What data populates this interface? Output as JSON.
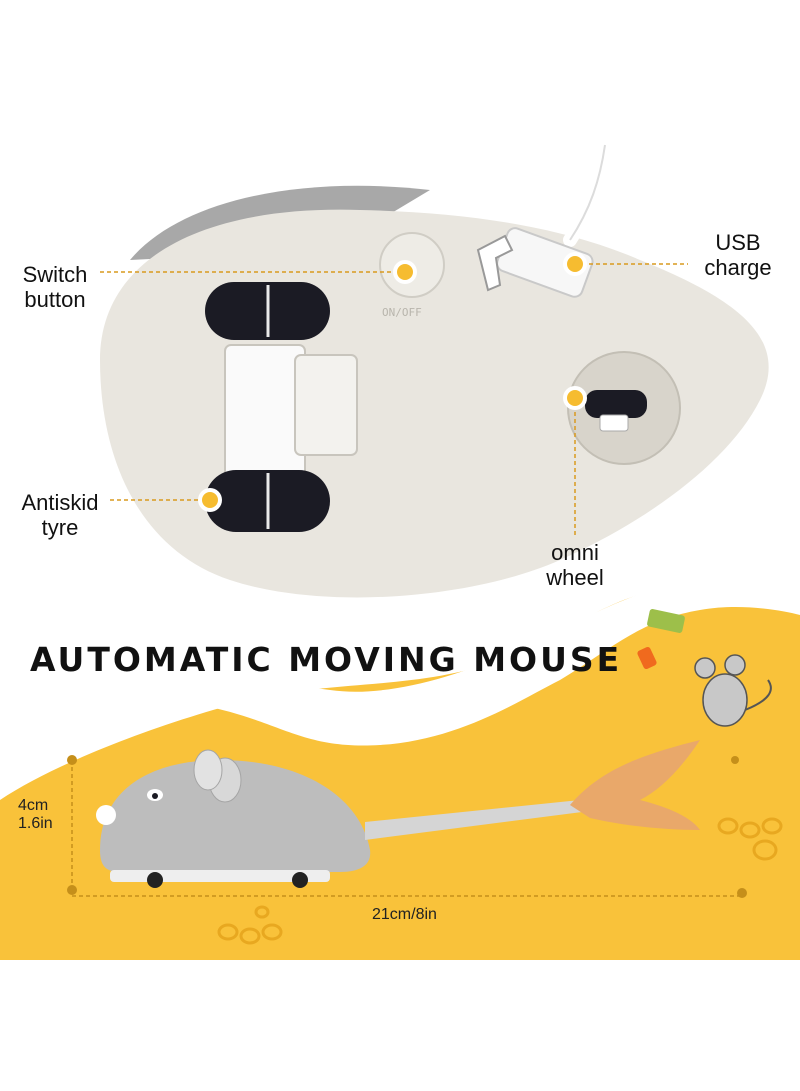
{
  "callouts": {
    "switch_button": [
      "Switch",
      "button"
    ],
    "usb_charge": [
      "USB",
      "charge"
    ],
    "antiskid_tyre": [
      "Antiskid",
      "tyre"
    ],
    "omni_wheel": [
      "omni",
      "wheel"
    ]
  },
  "switch_marking": "ON/OFF",
  "title": "AUTOMATIC MOVING MOUSE",
  "dimensions": {
    "height_cm": "4cm",
    "height_in": "1.6in",
    "length": "21cm/8in"
  },
  "colors": {
    "accent_yellow": "#f9c23a",
    "callout_dot": "#f6bc30",
    "device_body": "#e9e6df",
    "wheel_dark": "#1b1b24"
  }
}
